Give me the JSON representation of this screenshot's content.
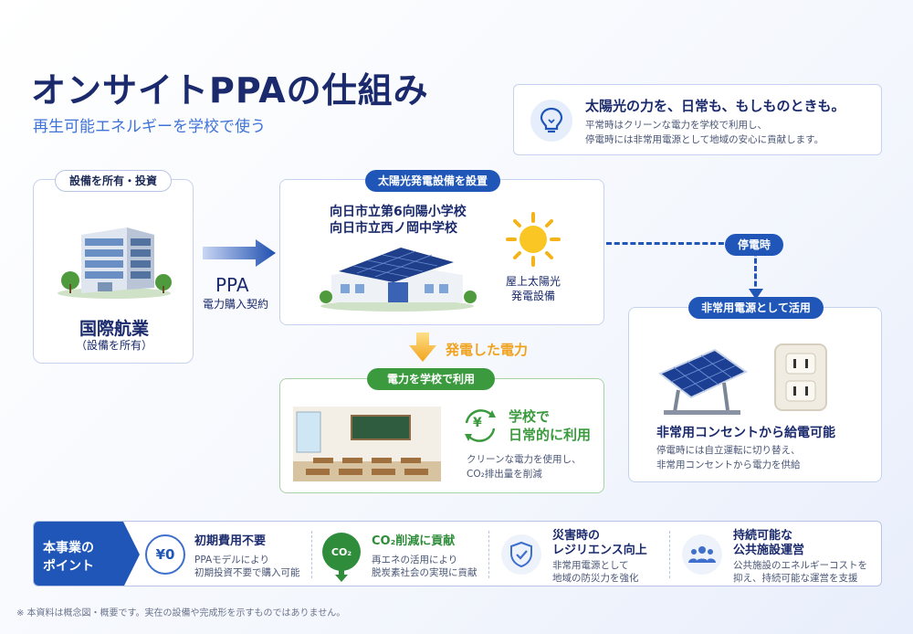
{
  "header": {
    "title": "オンサイトPPAの仕組み",
    "subtitle": "再生可能エネルギーを学校で使う"
  },
  "info_box": {
    "icon": "lightbulb-icon",
    "heading": "太陽光の力を、日常も、もしものときも。",
    "line1": "平常時はクリーンな電力を学校で利用し、",
    "line2": "停電時には非常用電源として地域の安心に貢献します。"
  },
  "owner": {
    "pill": "設備を所有・投資",
    "name": "国際航業",
    "sub": "（設備を所有）"
  },
  "ppa": {
    "label": "PPA",
    "sub": "電力購入契約"
  },
  "install": {
    "pill": "太陽光発電設備を設置",
    "school1": "向日市立第6向陽小学校",
    "school2": "向日市立西ノ岡中学校",
    "rooftop1": "屋上太陽光",
    "rooftop2": "発電設備"
  },
  "generated": {
    "label": "発電した電力"
  },
  "use": {
    "pill": "電力を学校で利用",
    "heading1": "学校で",
    "heading2": "日常的に利用",
    "yen": "¥",
    "line1": "クリーンな電力を使用し、",
    "line2": "CO₂排出量を削減"
  },
  "outage": {
    "pill": "停電時"
  },
  "emergency": {
    "pill": "非常用電源として活用",
    "heading": "非常用コンセントから給電可能",
    "line1": "停電時には自立運転に切り替え、",
    "line2": "非常用コンセントから電力を供給"
  },
  "points": {
    "label1": "本事業の",
    "label2": "ポイント",
    "items": [
      {
        "icon": "yen-zero-icon",
        "icon_text": "¥0",
        "title": "初期費用不要",
        "title2": "",
        "line1": "PPAモデルにより",
        "line2": "初期投資不要で購入可能"
      },
      {
        "icon": "co2-reduction-icon",
        "icon_text": "CO₂",
        "title": "CO₂削減に貢献",
        "title2": "",
        "line1": "再エネの活用により",
        "line2": "脱炭素社会の実現に貢献"
      },
      {
        "icon": "shield-check-icon",
        "icon_text": "",
        "title": "災害時の",
        "title2": "レジリエンス向上",
        "line1": "非常用電源として",
        "line2": "地域の防災力を強化"
      },
      {
        "icon": "people-icon",
        "icon_text": "",
        "title": "持続可能な",
        "title2": "公共施設運営",
        "line1": "公共施設のエネルギーコストを",
        "line2": "抑え、持続可能な運営を支援"
      }
    ]
  },
  "footer": {
    "note": "※ 本資料は概念図・概要です。実在の設備や完成形を示すものではありません。"
  },
  "colors": {
    "navy": "#1a2a6c",
    "blue": "#1f56b8",
    "green": "#3b9a3e",
    "orange": "#f0a21c"
  }
}
